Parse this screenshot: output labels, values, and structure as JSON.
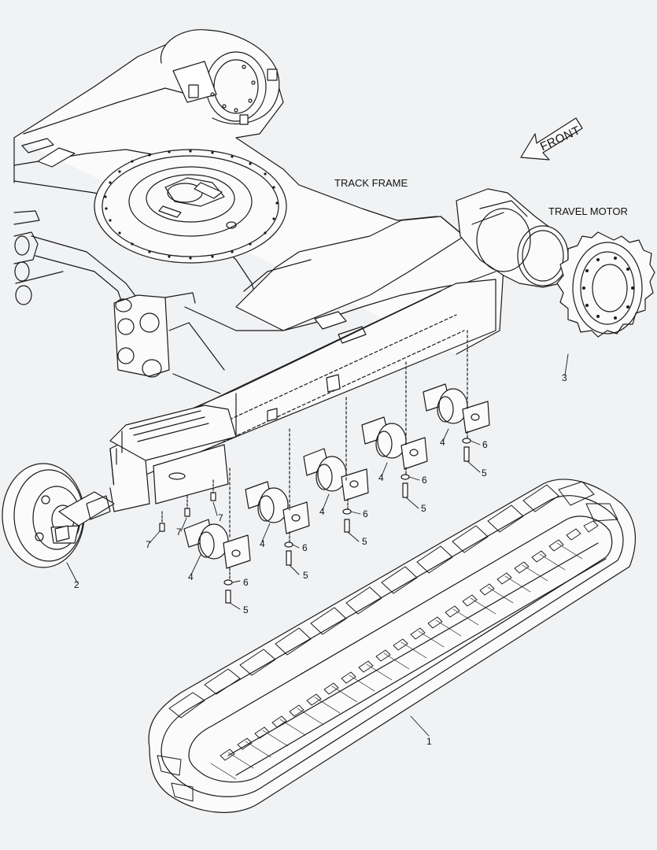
{
  "labels": {
    "track_frame": "TRACK FRAME",
    "travel_motor": "TRAVEL MOTOR",
    "front": "FRONT"
  },
  "callouts": {
    "track": "1",
    "idler": "2",
    "sprocket": "3",
    "roller": "4",
    "bolt": "5",
    "washer": "6",
    "idler_bolt": "7"
  }
}
